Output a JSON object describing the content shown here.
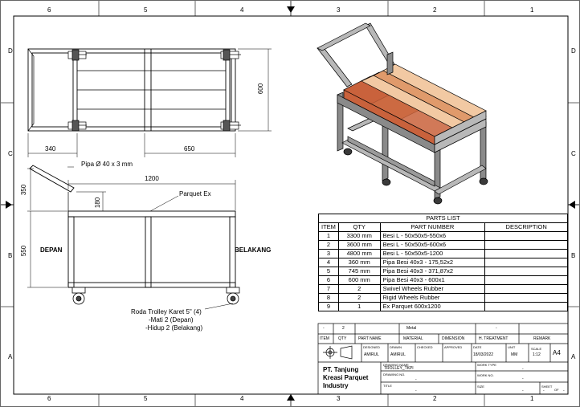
{
  "zones": {
    "columns": [
      "6",
      "5",
      "4",
      "3",
      "2",
      "1"
    ],
    "rows": [
      "D",
      "C",
      "B",
      "A"
    ]
  },
  "front_view": {
    "dim_width_left": "340",
    "dim_width_right": "650",
    "dim_height": "600"
  },
  "side_view": {
    "pipe_label": "Pipa Ø 40 x 3 mm",
    "dim_length": "1200",
    "dim_handle": "350",
    "dim_handle_inner": "180",
    "dim_frame_height": "550",
    "parquet_label": "Parquet Ex",
    "front_label": "DEPAN",
    "rear_label": "BELAKANG",
    "wheel_note": [
      "Roda Trolley Karet 5\" (4)",
      "-Mati 2 (Depan)",
      "-Hidup 2 (Belakang)"
    ]
  },
  "parts_list": {
    "title": "PARTS LIST",
    "headers": [
      "ITEM",
      "QTY",
      "PART NUMBER",
      "DESCRIPTION"
    ],
    "rows": [
      [
        "1",
        "3300 mm",
        "Besi L - 50x50x5-550x6",
        ""
      ],
      [
        "2",
        "3600  mm",
        "Besi L - 50x50x5-600x6",
        ""
      ],
      [
        "3",
        "4800 mm",
        "Besi L - 50x50x5-1200",
        ""
      ],
      [
        "4",
        "360 mm",
        "Pipa Besi 40x3 - 175,52x2",
        ""
      ],
      [
        "5",
        "745 mm",
        "Pipa Besi  40x3 - 371,87x2",
        ""
      ],
      [
        "6",
        "600 mm",
        "Pipa Besi 40x3 - 600x1",
        ""
      ],
      [
        "7",
        "2",
        "Swivel Wheels Rubber",
        ""
      ],
      [
        "8",
        "2",
        "Rigid Wheels Rubber",
        ""
      ],
      [
        "9",
        "1",
        "Ex Parquet  600x1200",
        ""
      ]
    ]
  },
  "title_block": {
    "rev_row": [
      "-",
      "2",
      "Metal",
      "-"
    ],
    "header_row": [
      "ITEM",
      "QTY",
      "PART NAME",
      "MATERIAL",
      "DIMENSION",
      "H. TREATMENT",
      "REMARK"
    ],
    "designed_label": "DESIGNED",
    "designed_value": "AMIRUL",
    "drawn_label": "DRAWN",
    "drawn_value": "AMIRUL",
    "checked_label": "CHECKED",
    "approved_label": "APPROVED",
    "date_label": "DATE",
    "date_value": "18/03/2022",
    "unit_label": "UNIT",
    "unit_value": "MM",
    "scale_label": "SCALE",
    "scale_value": "1:12",
    "size_value": "A4",
    "company": [
      "PT. Tanjung",
      "Kreasi Parquet",
      "Industry"
    ],
    "drawing_name_label": "DRAWING NAME",
    "drawing_name_value": "TROLLEY_TKPI",
    "drawing_no_label": "DRAWING NO.",
    "drawing_no_value": "-",
    "title_label": "TITLE",
    "title_value": "-",
    "work_type_label": "WORK TYPE",
    "work_type_value": "-",
    "work_no_label": "WORK NO.",
    "work_no_value": "-",
    "size_label": "SIZE",
    "size_no_value": "-",
    "sheet_label": "SHEET",
    "sheet_value": "-",
    "sheet_of": "OF",
    "sheet_total": "-"
  },
  "colors": {
    "line": "#000000",
    "wood_light": "#f2c9a3",
    "wood_mid": "#e09a6b",
    "wood_dark": "#c9623c",
    "steel_top": "#b8b8b8",
    "steel_side": "#8a8a8a",
    "steel_dark": "#5e5e5e",
    "wheel": "#3a3a3a"
  }
}
